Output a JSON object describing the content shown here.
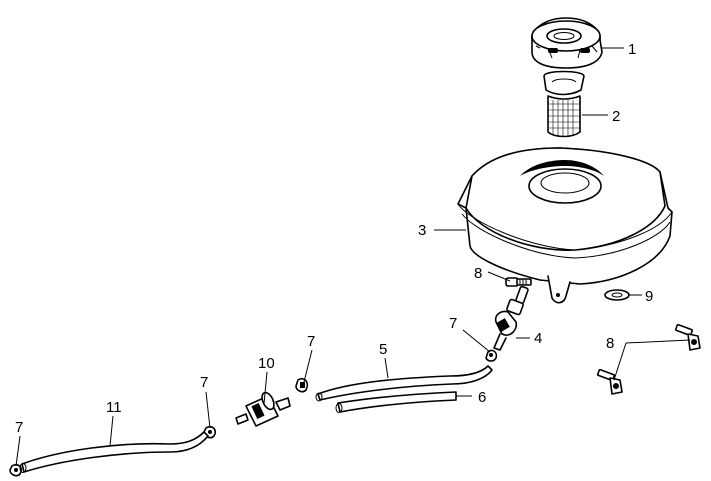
{
  "callouts": {
    "c1": "1",
    "c2": "2",
    "c3": "3",
    "c4": "4",
    "c5": "5",
    "c6": "6",
    "c7a": "7",
    "c7b": "7",
    "c7c": "7",
    "c7d": "7",
    "c8a": "8",
    "c8b": "8",
    "c9": "9",
    "c10": "10",
    "c11": "11"
  },
  "parts": [
    {
      "ref": "1",
      "icon": "fuel-cap-icon"
    },
    {
      "ref": "2",
      "icon": "strainer-icon"
    },
    {
      "ref": "3",
      "icon": "fuel-tank-icon"
    },
    {
      "ref": "4",
      "icon": "fuel-valve-icon"
    },
    {
      "ref": "5",
      "icon": "fuel-hose-icon"
    },
    {
      "ref": "6",
      "icon": "fuel-hose-icon"
    },
    {
      "ref": "7",
      "icon": "hose-clip-icon"
    },
    {
      "ref": "8",
      "icon": "bolt-icon"
    },
    {
      "ref": "9",
      "icon": "washer-icon"
    },
    {
      "ref": "10",
      "icon": "fuel-filter-icon"
    },
    {
      "ref": "11",
      "icon": "fuel-hose-icon"
    }
  ]
}
